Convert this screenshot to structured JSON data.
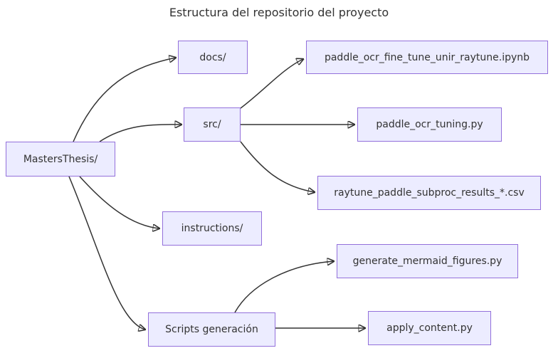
{
  "diagram": {
    "title": "Estructura del repositorio del proyecto",
    "type": "flowchart-left-right",
    "colors": {
      "node_fill": "#ECECFF",
      "node_border": "#9370DB",
      "edge": "#333333",
      "text": "#333333",
      "background": "#FFFFFF"
    },
    "nodes": [
      {
        "id": "root",
        "label": "MastersThesis/"
      },
      {
        "id": "docs",
        "label": "docs/"
      },
      {
        "id": "src",
        "label": "src/"
      },
      {
        "id": "ipynb",
        "label": "paddle_ocr_fine_tune_unir_raytune.ipynb"
      },
      {
        "id": "tuning",
        "label": "paddle_ocr_tuning.py"
      },
      {
        "id": "csv",
        "label": "raytune_paddle_subproc_results_*.csv"
      },
      {
        "id": "instructions",
        "label": "instructions/"
      },
      {
        "id": "scripts",
        "label": "Scripts generación"
      },
      {
        "id": "mermaidpy",
        "label": "generate_mermaid_figures.py"
      },
      {
        "id": "applypy",
        "label": "apply_content.py"
      }
    ],
    "edges": [
      {
        "from": "root",
        "to": "docs"
      },
      {
        "from": "root",
        "to": "src"
      },
      {
        "from": "root",
        "to": "instructions"
      },
      {
        "from": "root",
        "to": "scripts"
      },
      {
        "from": "src",
        "to": "ipynb"
      },
      {
        "from": "src",
        "to": "tuning"
      },
      {
        "from": "src",
        "to": "csv"
      },
      {
        "from": "scripts",
        "to": "mermaidpy"
      },
      {
        "from": "scripts",
        "to": "applypy"
      }
    ]
  }
}
